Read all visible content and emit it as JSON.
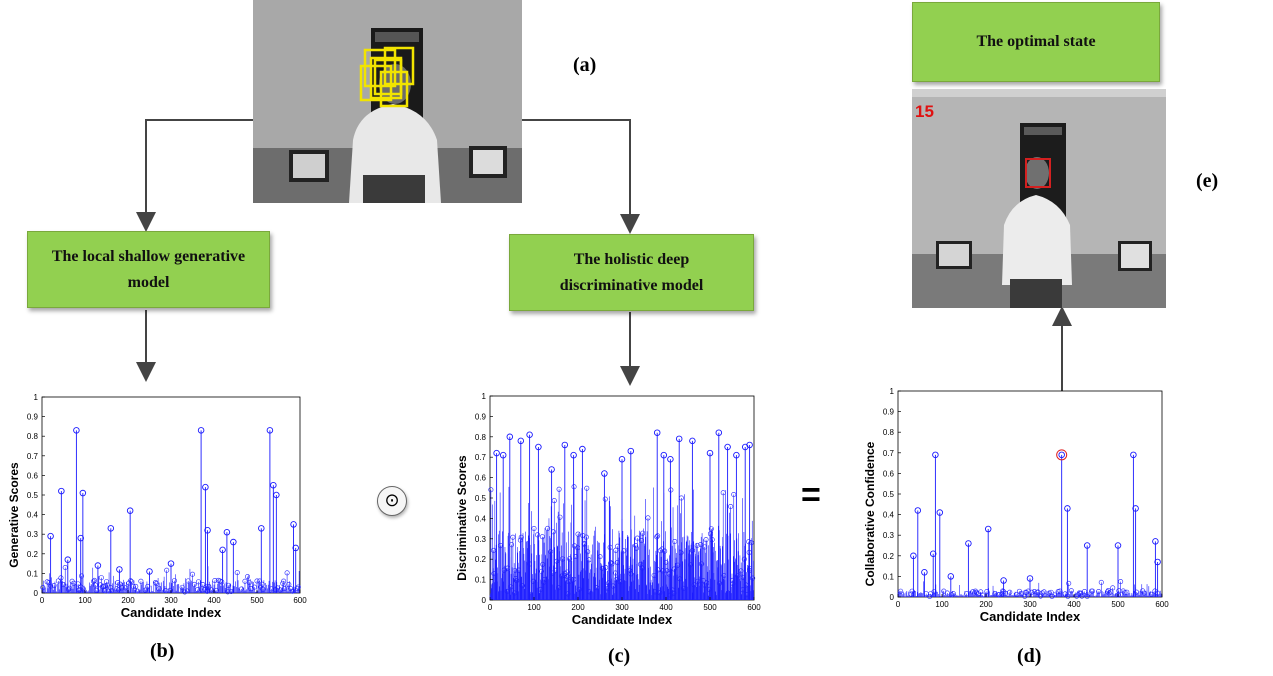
{
  "labels": {
    "a": "(a)",
    "b": "(b)",
    "c": "(c)",
    "d": "(d)",
    "e": "(e)"
  },
  "boxes": {
    "generative": "The local shallow generative model",
    "discriminative": "The holistic deep discriminative model",
    "optimal": "The optimal state"
  },
  "operators": {
    "dot": "⊙",
    "equals": "="
  },
  "frame_number": "15",
  "chart_data": [
    {
      "type": "scatter",
      "id": "generative",
      "ylabel": "Generative Scores",
      "xlabel": "Candidate Index",
      "xlim": [
        0,
        600
      ],
      "ylim": [
        0,
        1
      ],
      "xticks": [
        0,
        100,
        200,
        300,
        400,
        500,
        600
      ],
      "yticks": [
        0,
        0.1,
        0.2,
        0.3,
        0.4,
        0.5,
        0.6,
        0.7,
        0.8,
        0.9,
        1
      ],
      "style": "stem",
      "peaks": [
        [
          20,
          0.29
        ],
        [
          45,
          0.52
        ],
        [
          80,
          0.83
        ],
        [
          90,
          0.28
        ],
        [
          95,
          0.51
        ],
        [
          160,
          0.33
        ],
        [
          205,
          0.42
        ],
        [
          370,
          0.83
        ],
        [
          380,
          0.54
        ],
        [
          385,
          0.32
        ],
        [
          420,
          0.22
        ],
        [
          430,
          0.31
        ],
        [
          445,
          0.26
        ],
        [
          510,
          0.33
        ],
        [
          530,
          0.83
        ],
        [
          538,
          0.55
        ],
        [
          545,
          0.5
        ],
        [
          585,
          0.35
        ],
        [
          590,
          0.23
        ],
        [
          60,
          0.17
        ],
        [
          130,
          0.14
        ],
        [
          180,
          0.12
        ],
        [
          250,
          0.11
        ],
        [
          300,
          0.15
        ]
      ]
    },
    {
      "type": "scatter",
      "id": "discriminative",
      "ylabel": "Discriminative Scores",
      "xlabel": "Candidate Index",
      "xlim": [
        0,
        600
      ],
      "ylim": [
        0,
        1
      ],
      "xticks": [
        0,
        100,
        200,
        300,
        400,
        500,
        600
      ],
      "yticks": [
        0,
        0.1,
        0.2,
        0.3,
        0.4,
        0.5,
        0.6,
        0.7,
        0.8,
        0.9,
        1
      ],
      "style": "stem",
      "peaks": [
        [
          15,
          0.72
        ],
        [
          30,
          0.71
        ],
        [
          45,
          0.8
        ],
        [
          70,
          0.78
        ],
        [
          90,
          0.81
        ],
        [
          110,
          0.75
        ],
        [
          140,
          0.64
        ],
        [
          170,
          0.76
        ],
        [
          190,
          0.71
        ],
        [
          210,
          0.74
        ],
        [
          260,
          0.62
        ],
        [
          300,
          0.69
        ],
        [
          320,
          0.73
        ],
        [
          380,
          0.82
        ],
        [
          395,
          0.71
        ],
        [
          410,
          0.69
        ],
        [
          430,
          0.79
        ],
        [
          460,
          0.78
        ],
        [
          500,
          0.72
        ],
        [
          520,
          0.82
        ],
        [
          540,
          0.75
        ],
        [
          560,
          0.71
        ],
        [
          580,
          0.75
        ],
        [
          590,
          0.76
        ]
      ]
    },
    {
      "type": "scatter",
      "id": "collaborative",
      "ylabel": "Collaborative Confidence",
      "xlabel": "Candidate Index",
      "xlim": [
        0,
        600
      ],
      "ylim": [
        0,
        1
      ],
      "xticks": [
        0,
        100,
        200,
        300,
        400,
        500,
        600
      ],
      "yticks": [
        0,
        0.1,
        0.2,
        0.3,
        0.4,
        0.5,
        0.6,
        0.7,
        0.8,
        0.9,
        1
      ],
      "style": "stem",
      "highlight": [
        372,
        0.69
      ],
      "peaks": [
        [
          45,
          0.42
        ],
        [
          80,
          0.21
        ],
        [
          85,
          0.69
        ],
        [
          95,
          0.41
        ],
        [
          35,
          0.2
        ],
        [
          160,
          0.26
        ],
        [
          205,
          0.33
        ],
        [
          372,
          0.69
        ],
        [
          385,
          0.43
        ],
        [
          430,
          0.25
        ],
        [
          500,
          0.25
        ],
        [
          535,
          0.69
        ],
        [
          540,
          0.43
        ],
        [
          585,
          0.27
        ],
        [
          590,
          0.17
        ],
        [
          60,
          0.12
        ],
        [
          120,
          0.1
        ],
        [
          240,
          0.08
        ],
        [
          300,
          0.09
        ]
      ]
    }
  ]
}
